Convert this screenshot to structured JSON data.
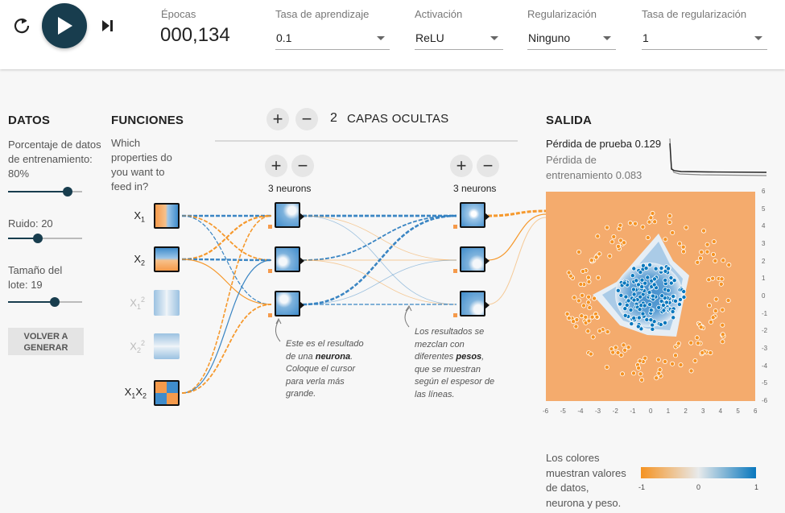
{
  "controls": {
    "epochs_label": "Épocas",
    "epochs_value": "000,134",
    "learning_rate": {
      "label": "Tasa de aprendizaje",
      "value": "0.1"
    },
    "activation": {
      "label": "Activación",
      "value": "ReLU"
    },
    "regularization": {
      "label": "Regularización",
      "value": "Ninguno"
    },
    "regularization_rate": {
      "label": "Tasa de regularización",
      "value": "1"
    }
  },
  "data": {
    "title": "DATOS",
    "train_ratio": {
      "label": "Porcentaje de datos de entrenamiento:",
      "value": "80%",
      "fraction": 0.8
    },
    "noise": {
      "label": "Ruido:",
      "value": "20",
      "fraction": 0.4
    },
    "batch": {
      "label": "Tamaño del lote:",
      "value": "19",
      "fraction": 0.63
    },
    "regenerate": "VOLVER A GENERAR"
  },
  "features": {
    "title": "FUNCIONES",
    "subtitle": "Which properties do you want to feed in?",
    "items": [
      {
        "base": "X",
        "sub": "1",
        "sup": "",
        "active": true
      },
      {
        "base": "X",
        "sub": "2",
        "sup": "",
        "active": true
      },
      {
        "base": "X",
        "sub": "1",
        "sup": "2",
        "active": false
      },
      {
        "base": "X",
        "sub": "2",
        "sup": "2",
        "active": false
      },
      {
        "base": "X",
        "sub": "1",
        "sup": "",
        "base2": "X",
        "sub2": "2",
        "active": true
      }
    ]
  },
  "network": {
    "layer_count": "2",
    "layers_title": "CAPAS OCULTAS",
    "layers": [
      {
        "neurons_label": "3 neurons"
      },
      {
        "neurons_label": "3 neurons"
      }
    ],
    "note_neuron": {
      "p1": "Este es el resultado de una",
      "bold": "neurona",
      "p2": ". Coloque el cursor para verla más grande."
    },
    "note_weights": {
      "p1": "Los resultados se mezclan con diferentes",
      "bold": "pesos",
      "p2": ", que se muestran según el espesor de las líneas."
    }
  },
  "output": {
    "title": "SALIDA",
    "test_loss_label": "Pérdida de prueba",
    "test_loss_value": "0.129",
    "train_loss_label": "Pérdida de entrenamiento",
    "train_loss_value": "0.083",
    "x_ticks": [
      "-6",
      "-5",
      "-4",
      "-3",
      "-2",
      "-1",
      "0",
      "1",
      "2",
      "3",
      "4",
      "5",
      "6"
    ],
    "y_ticks": [
      "6",
      "5",
      "4",
      "3",
      "2",
      "1",
      "0",
      "-1",
      "-2",
      "-3",
      "-4",
      "-5",
      "-6"
    ],
    "legend_text": "Los colores muestran valores de datos, neurona y peso.",
    "legend_ticks": [
      "-1",
      "0",
      "1"
    ]
  },
  "colors": {
    "orange": "#f59322",
    "blue": "#0877bd",
    "dark": "#183d4e"
  }
}
